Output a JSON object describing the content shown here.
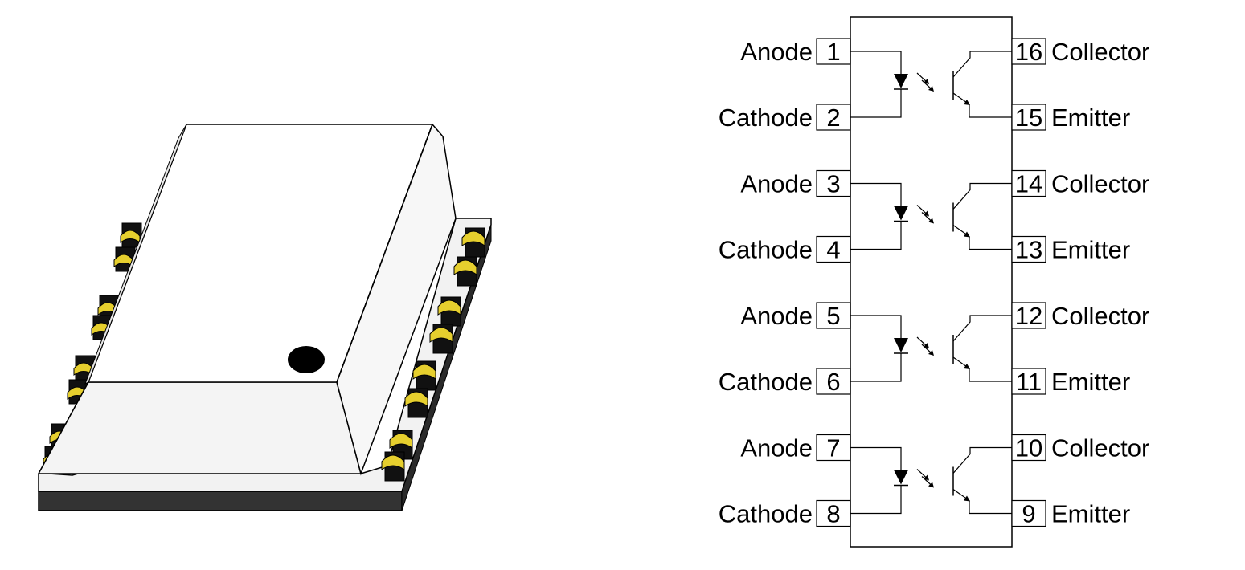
{
  "package": {
    "name": "16-pin SMD package"
  },
  "schematic": {
    "channels": [
      {
        "left_top": {
          "pin": "1",
          "label": "Anode"
        },
        "left_bottom": {
          "pin": "2",
          "label": "Cathode"
        },
        "right_top": {
          "pin": "16",
          "label": "Collector"
        },
        "right_bottom": {
          "pin": "15",
          "label": "Emitter"
        }
      },
      {
        "left_top": {
          "pin": "3",
          "label": "Anode"
        },
        "left_bottom": {
          "pin": "4",
          "label": "Cathode"
        },
        "right_top": {
          "pin": "14",
          "label": "Collector"
        },
        "right_bottom": {
          "pin": "13",
          "label": "Emitter"
        }
      },
      {
        "left_top": {
          "pin": "5",
          "label": "Anode"
        },
        "left_bottom": {
          "pin": "6",
          "label": "Cathode"
        },
        "right_top": {
          "pin": "12",
          "label": "Collector"
        },
        "right_bottom": {
          "pin": "11",
          "label": "Emitter"
        }
      },
      {
        "left_top": {
          "pin": "7",
          "label": "Anode"
        },
        "left_bottom": {
          "pin": "8",
          "label": "Cathode"
        },
        "right_top": {
          "pin": "10",
          "label": "Collector"
        },
        "right_bottom": {
          "pin": "9",
          "label": "Emitter"
        }
      }
    ]
  },
  "colors": {
    "line": "#000000",
    "body": "#ffffff",
    "pad_gold": "#e6cf2e",
    "base_dark": "#333333"
  }
}
